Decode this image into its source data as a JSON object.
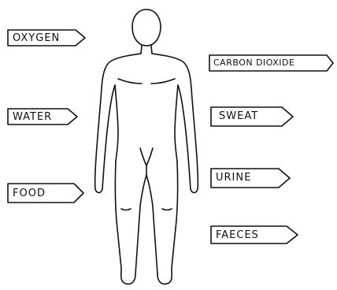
{
  "inputs": [
    {
      "label": "OXYGEN"
    },
    {
      "label": "WATER"
    },
    {
      "label": "FOOD"
    }
  ],
  "outputs": [
    {
      "label": "CARBON DIOXIDE"
    },
    {
      "label": "SWEAT"
    },
    {
      "label": "URINE"
    },
    {
      "label": "FAECES"
    }
  ],
  "colors": {
    "ink": "#111111",
    "background": "#ffffff"
  }
}
